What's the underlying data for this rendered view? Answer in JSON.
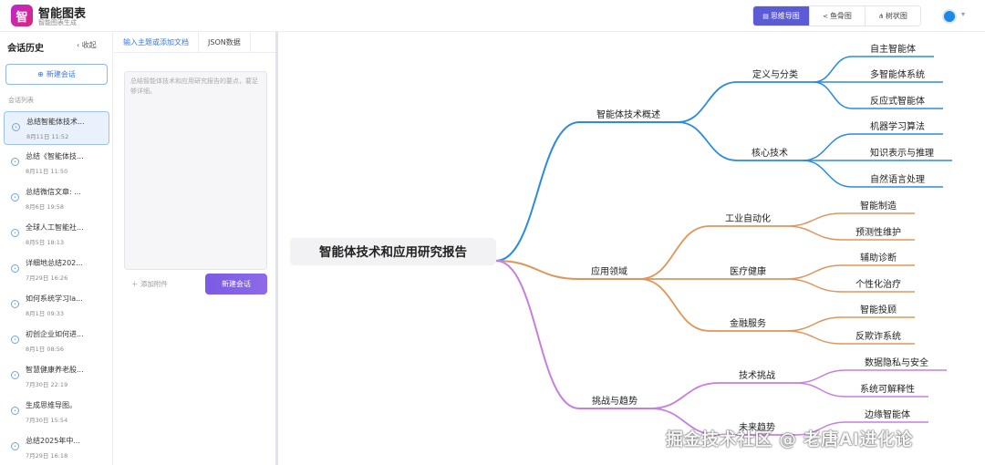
{
  "header": {
    "logo_char": "智",
    "title": "智能图表",
    "subtitle": "智能图表生成",
    "view_tabs": [
      {
        "label": "思维导图",
        "icon": "document-icon",
        "active": true
      },
      {
        "label": "鱼骨图",
        "icon": "share-icon",
        "active": false
      },
      {
        "label": "树状图",
        "icon": "tree-icon",
        "active": false
      }
    ]
  },
  "sidebar": {
    "title": "会话历史",
    "collapse_label": "收起",
    "new_chat_label": "新建会话",
    "section_label": "会话列表",
    "items": [
      {
        "title": "总结智能体技术...",
        "time": "8月11日 11:52",
        "active": true
      },
      {
        "title": "总结《智能体技...",
        "time": "8月11日 11:50",
        "active": false
      },
      {
        "title": "总结微信文章: ...",
        "time": "8月6日 19:58",
        "active": false
      },
      {
        "title": "全球人工智能社...",
        "time": "8月5日 18:13",
        "active": false
      },
      {
        "title": "详细地总结202...",
        "time": "7月29日 16:26",
        "active": false
      },
      {
        "title": "如何系统学习la...",
        "time": "8月1日 09:33",
        "active": false
      },
      {
        "title": "初创企业如何进...",
        "time": "8月1日 08:56",
        "active": false
      },
      {
        "title": "智慧健康养老股...",
        "time": "7月30日 22:19",
        "active": false
      },
      {
        "title": "生成思维导图。",
        "time": "7月30日 15:54",
        "active": false
      },
      {
        "title": "总结2025年中...",
        "time": "7月29日 16:18",
        "active": false
      }
    ]
  },
  "panel": {
    "tabs": [
      {
        "label": "输入主题或添加文档",
        "active": true
      },
      {
        "label": "JSON数据",
        "active": false
      }
    ],
    "textarea_value": "总结智能体技术和应用研究报告的要点，要足够详细。",
    "attach_label": "添加附件",
    "submit_label": "新建会话"
  },
  "mindmap": {
    "root": "智能体技术和应用研究报告",
    "colors": {
      "blue": "#2b8be0",
      "orange": "#e0955a",
      "purple": "#c77ee0"
    },
    "branches": [
      {
        "label": "智能体技术概述",
        "subs": [
          {
            "label": "定义与分类",
            "leaves": [
              "自主智能体",
              "多智能体系统",
              "反应式智能体"
            ]
          },
          {
            "label": "核心技术",
            "leaves": [
              "机器学习算法",
              "知识表示与推理",
              "自然语言处理"
            ]
          }
        ]
      },
      {
        "label": "应用领域",
        "subs": [
          {
            "label": "工业自动化",
            "leaves": [
              "智能制造",
              "预测性维护"
            ]
          },
          {
            "label": "医疗健康",
            "leaves": [
              "辅助诊断",
              "个性化治疗"
            ]
          },
          {
            "label": "金融服务",
            "leaves": [
              "智能投顾",
              "反欺诈系统"
            ]
          }
        ]
      },
      {
        "label": "挑战与趋势",
        "subs": [
          {
            "label": "技术挑战",
            "leaves": [
              "数据隐私与安全",
              "系统可解释性"
            ]
          },
          {
            "label": "未来趋势",
            "leaves": [
              "边缘智能体"
            ]
          }
        ]
      }
    ]
  },
  "watermark": "掘金技术社区 @ 老唐AI进化论"
}
